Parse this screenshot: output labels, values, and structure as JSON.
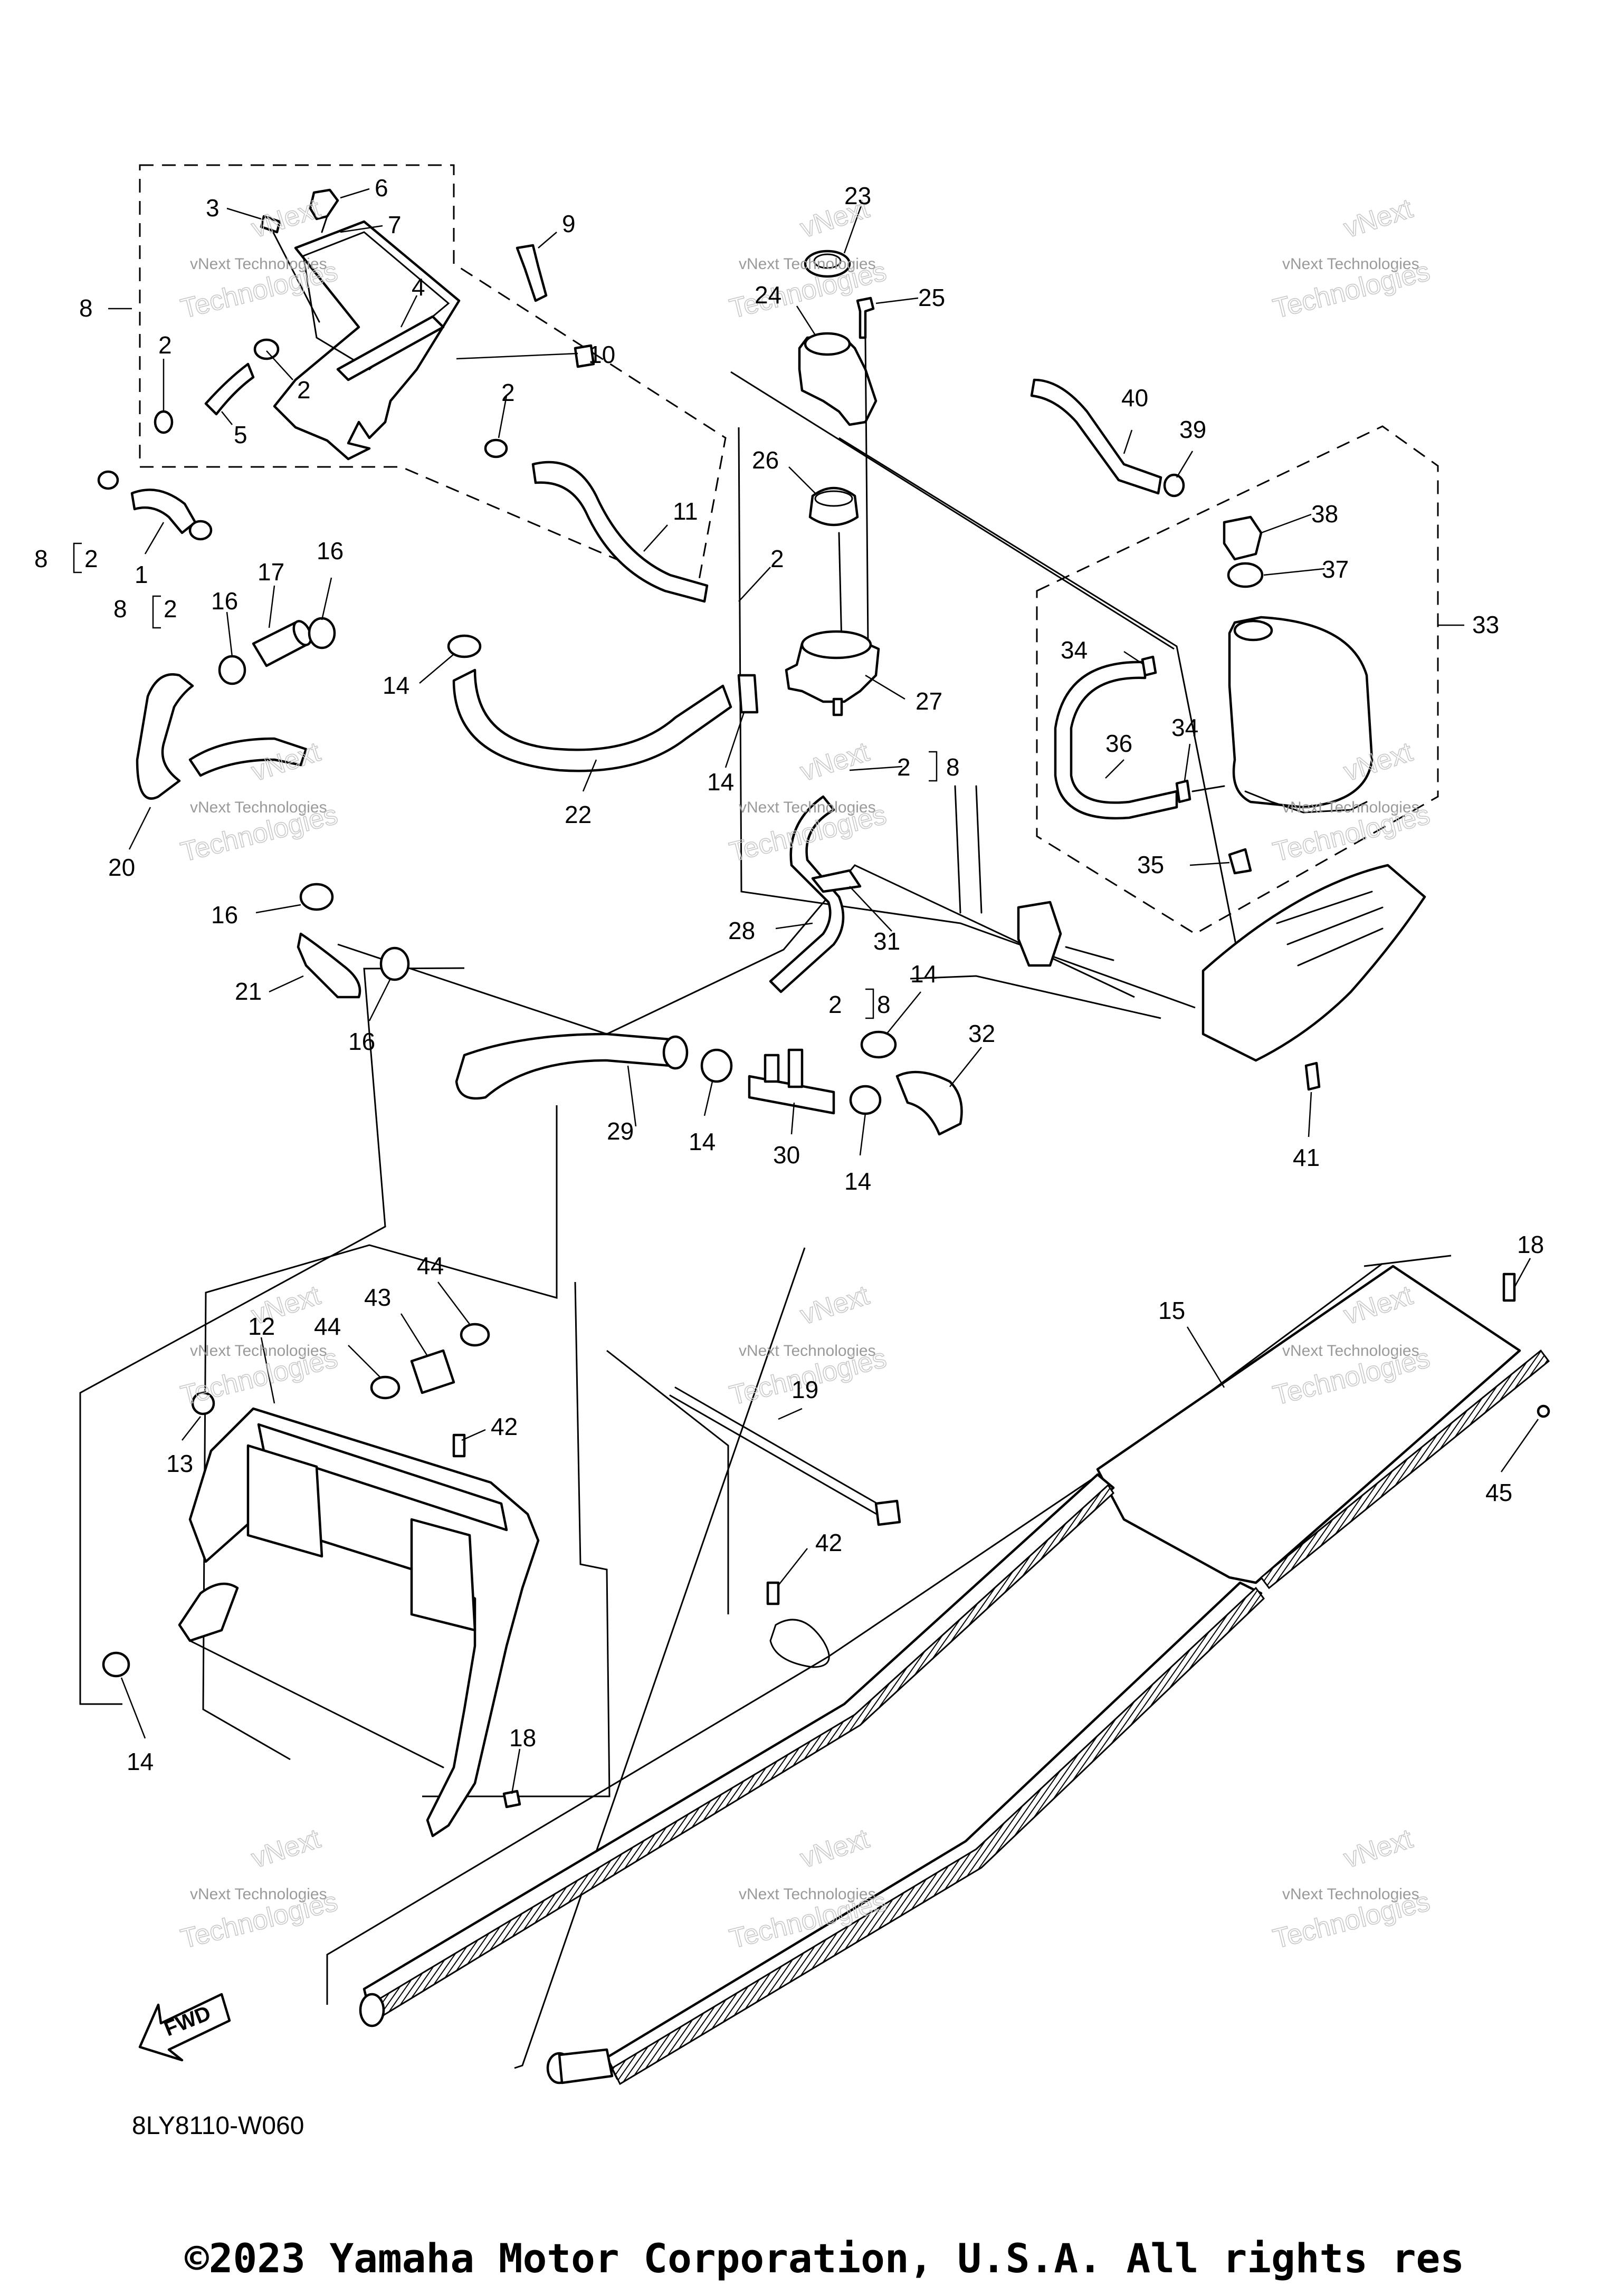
{
  "diagram": {
    "code": "8LY8110-W060",
    "direction_label": "FWD",
    "watermarks": [
      {
        "brand": "vNext",
        "line1": "vNext Technologies",
        "line2": "Technologies"
      },
      {
        "brand": "vNext",
        "line1": "vNext Technologies",
        "line2": "Technologies"
      },
      {
        "brand": "vNext",
        "line1": "vNext Technologies",
        "line2": "Technologies"
      },
      {
        "brand": "vNext",
        "line1": "vNext Technologies",
        "line2": "Technologies"
      },
      {
        "brand": "vNext",
        "line1": "vNext Technologies",
        "line2": "Technologies"
      },
      {
        "brand": "vNext",
        "line1": "vNext Technologies",
        "line2": "Technologies"
      },
      {
        "brand": "vNext",
        "line1": "vNext Technologies",
        "line2": "Technologies"
      },
      {
        "brand": "vNext",
        "line1": "vNext Technologies",
        "line2": "Technologies"
      },
      {
        "brand": "vNext",
        "line1": "vNext Technologies",
        "line2": "Technologies"
      },
      {
        "brand": "vNext",
        "line1": "vNext Technologies",
        "line2": "Technologies"
      },
      {
        "brand": "vNext",
        "line1": "vNext Technologies",
        "line2": "Technologies"
      },
      {
        "brand": "vNext",
        "line1": "vNext Technologies",
        "line2": "Technologies"
      }
    ],
    "callouts": [
      "6",
      "3",
      "7",
      "8",
      "9",
      "2",
      "4",
      "2",
      "10",
      "5",
      "2",
      "23",
      "24",
      "25",
      "40",
      "39",
      "38",
      "37",
      "33",
      "26",
      "11",
      "2",
      "8",
      "2",
      "1",
      "8",
      "2",
      "17",
      "16",
      "16",
      "14",
      "22",
      "27",
      "14",
      "2",
      "8",
      "34",
      "36",
      "34",
      "35",
      "20",
      "16",
      "21",
      "16",
      "28",
      "31",
      "14",
      "2",
      "8",
      "32",
      "29",
      "14",
      "30",
      "14",
      "41",
      "44",
      "43",
      "44",
      "12",
      "42",
      "13",
      "19",
      "42",
      "14",
      "18",
      "15",
      "18",
      "45"
    ],
    "copyright": "©2023 Yamaha Motor Corporation, U.S.A. All rights res"
  }
}
